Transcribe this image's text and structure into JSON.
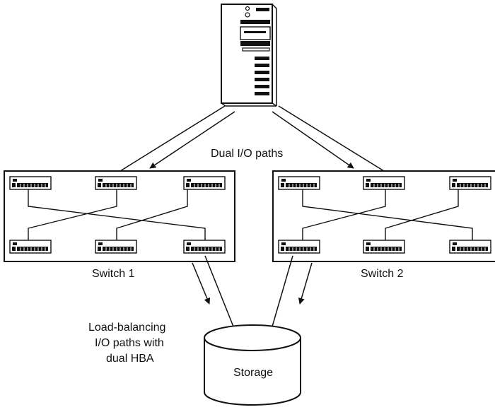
{
  "labels": {
    "dual_io_paths": "Dual I/O paths",
    "switch_1": "Switch 1",
    "switch_2": "Switch 2",
    "load_balancing_line1": "Load-balancing",
    "load_balancing_line2": "I/O paths with",
    "load_balancing_line3": "dual HBA",
    "storage": "Storage"
  }
}
